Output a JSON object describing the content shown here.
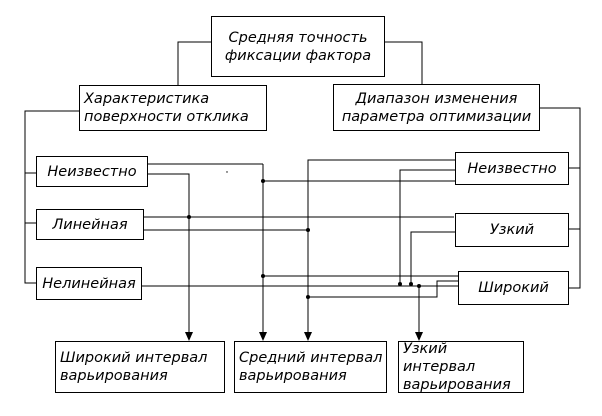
{
  "boxes": {
    "root": "Средняя точность\nфиксации фактора",
    "surface": "Характеристика\nповерхности отклика",
    "range": "Диапазон изменения\nпараметра оптимизации",
    "surface_unknown": "Неизвестно",
    "surface_linear": "Линейная",
    "surface_nonlinear": "Нелинейная",
    "range_unknown": "Неизвестно",
    "range_narrow": "Узкий",
    "range_wide": "Широкий",
    "out_wide": "Широкий интервал\nварьирования",
    "out_medium": "Средний интервал\nварьирования",
    "out_narrow": "Узкий интервал\nварьирования"
  }
}
